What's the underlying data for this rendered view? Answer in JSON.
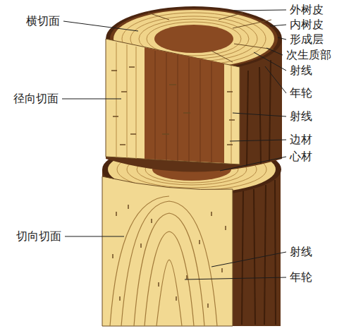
{
  "diagram": {
    "labels": [
      "横切面",
      "外树皮",
      "内树皮",
      "形成层",
      "次生质部",
      "射线",
      "径向切面",
      "年轮",
      "射线",
      "边材",
      "心材",
      "切向切面",
      "射线",
      "年轮"
    ]
  }
}
